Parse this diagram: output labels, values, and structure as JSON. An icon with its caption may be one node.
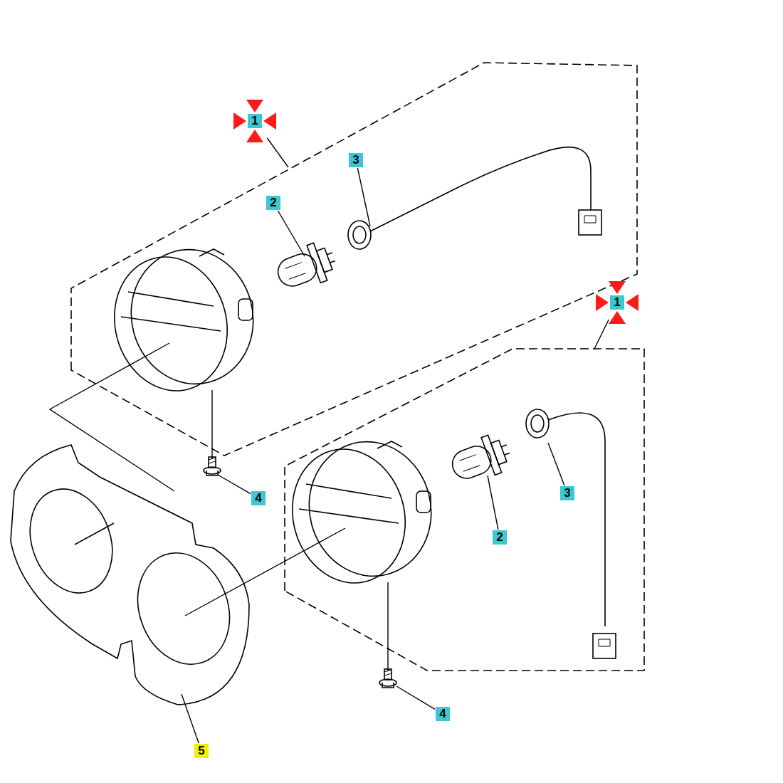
{
  "diagram": {
    "nodes": [
      {
        "text": [
          "1"
        ]
      },
      {
        "text": [],
        "shape": "box"
      },
      {
        "text": [
          "3"
        ],
        "in": 1
      },
      {
        "text": [
          "2"
        ],
        "in": 1
      },
      {
        "text": [],
        "shape": "picture",
        "in": 1
      },
      {
        "text": [],
        "shape": "picture",
        "in": 1
      },
      {
        "text": [],
        "shape": "picture",
        "in": 1
      },
      {
        "text": [
          "1"
        ]
      },
      {
        "text": [],
        "shape": "box"
      },
      {
        "text": [
          "3"
        ],
        "in": 8
      },
      {
        "text": [
          "2"
        ],
        "in": 8
      },
      {
        "text": [],
        "shape": "picture",
        "in": 8
      },
      {
        "text": [],
        "shape": "picture",
        "in": 8
      },
      {
        "text": [],
        "shape": "picture",
        "in": 8
      },
      {
        "text": [],
        "shape": "picture"
      },
      {
        "text": [
          "4"
        ]
      },
      {
        "text": [],
        "shape": "picture"
      },
      {
        "text": [
          "4"
        ]
      },
      {
        "text": [],
        "shape": "picture"
      },
      {
        "text": [
          "5"
        ]
      }
    ],
    "edges": [
      {
        "from": 0,
        "to": 1,
        "arrow": "none"
      },
      {
        "from": 2,
        "to": 4,
        "arrow": "none"
      },
      {
        "from": 3,
        "to": 5,
        "arrow": "none"
      },
      {
        "from": 7,
        "to": 8,
        "arrow": "none"
      },
      {
        "from": 9,
        "to": 11,
        "arrow": "none"
      },
      {
        "from": 15,
        "to": 14,
        "arrow": "none"
      },
      {
        "from": 10,
        "to": 12,
        "arrow": "none"
      },
      {
        "from": 17,
        "to": 16,
        "arrow": "none"
      },
      {
        "from": 19,
        "to": 18,
        "arrow": "none"
      },
      {
        "from": 6,
        "to": 18,
        "arrow": "none"
      },
      {
        "from": 13,
        "to": 18,
        "arrow": "none"
      },
      {
        "from": 6,
        "to": 14,
        "arrow": "none"
      },
      {
        "from": 13,
        "to": 16,
        "arrow": "none"
      }
    ]
  }
}
